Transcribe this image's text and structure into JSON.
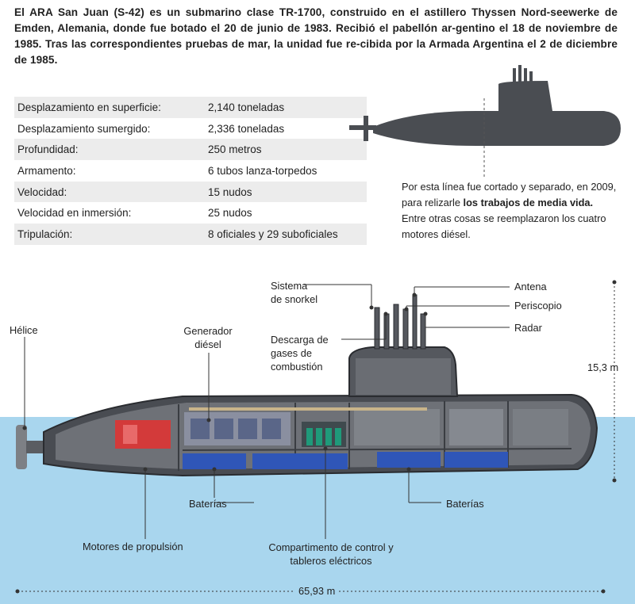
{
  "intro": {
    "text": "El ARA San Juan (S-42) es un submarino clase TR-1700, construido en el astillero Thyssen Nord-seewerke de Emden, Alemania, donde fue botado el 20 de junio de 1983. Recibió el pabellón ar-gentino el 18 de noviembre de 1985. Tras las correspondientes pruebas de mar, la unidad fue re-cibida por la Armada Argentina el 2 de diciembre de 1985."
  },
  "specs": [
    {
      "label": "Desplazamiento en superficie:",
      "value": "2,140 toneladas"
    },
    {
      "label": "Desplazamiento sumergido:",
      "value": "2,336 toneladas"
    },
    {
      "label": "Profundidad:",
      "value": "250 metros"
    },
    {
      "label": "Armamento:",
      "value": "6 tubos lanza-torpedos"
    },
    {
      "label": "Velocidad:",
      "value": "15 nudos"
    },
    {
      "label": "Velocidad en inmersión:",
      "value": "25 nudos"
    },
    {
      "label": "Tripulación:",
      "value": "8 oficiales y 29 suboficiales"
    }
  ],
  "note": {
    "text_before": "Por esta línea fue cortado y separado, en 2009, para relizarle ",
    "bold": "los trabajos de media vida.",
    "text_after": " Entre otras cosas se reemplazaron los cuatro motores diésel."
  },
  "labels": {
    "helice": "Hélice",
    "generador_1": "Generador",
    "generador_2": "diésel",
    "snorkel_1": "Sistema",
    "snorkel_2": "de snorkel",
    "descarga_1": "Descarga de",
    "descarga_2": "gases de",
    "descarga_3": "combustión",
    "antena": "Antena",
    "periscopio": "Periscopio",
    "radar": "Radar",
    "altura": "15,3 m",
    "baterias_1": "Baterías",
    "baterias_2": "Baterías",
    "motores": "Motores de propulsión",
    "control_1": "Compartimento de control y",
    "control_2": "tableros eléctricos",
    "longitud": "65,93 m"
  },
  "colors": {
    "sea": "#a9d6ee",
    "hull": "#3e4147",
    "battery": "#2f56b8",
    "motor": "#d33a3a",
    "control": "#1f9a7a"
  }
}
